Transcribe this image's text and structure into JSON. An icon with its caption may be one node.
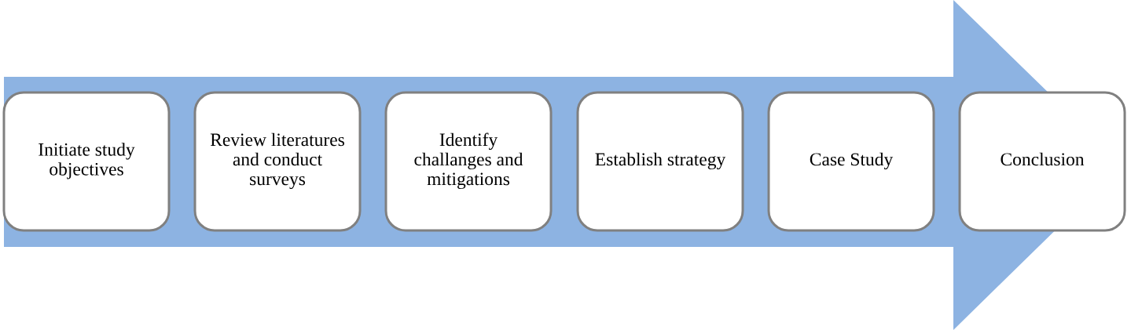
{
  "diagram": {
    "nodes": [
      {
        "text": [
          "Initiate study objectives"
        ]
      },
      {
        "text": [
          "Review literatures and conduct surveys"
        ]
      },
      {
        "text": [
          "Identify challanges and mitigations"
        ]
      },
      {
        "text": [
          "Establish strategy"
        ]
      },
      {
        "text": [
          "Case Study"
        ]
      },
      {
        "text": [
          "Conclusion"
        ]
      }
    ]
  }
}
